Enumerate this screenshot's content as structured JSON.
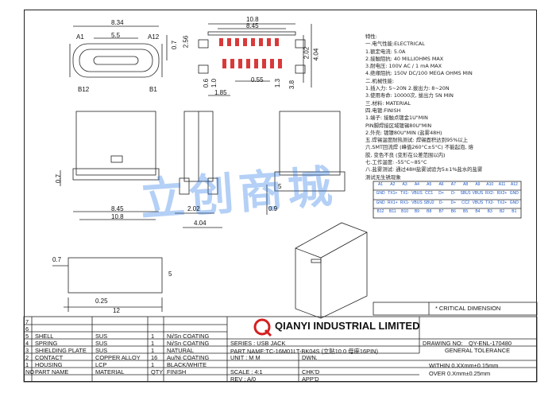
{
  "colors": {
    "line": "#222222",
    "pin_red": "#d83a3a",
    "watermark": "#2878e6",
    "logo_red": "#d42020",
    "pin_text": "#1a56c8"
  },
  "drawing": {
    "top_left_dims": {
      "w1": "8.34",
      "w2": "5.5",
      "h1": "2.56",
      "h2": "0.7",
      "pin_a1": "A1",
      "pin_a12": "A12",
      "pin_b12": "B12",
      "pin_b1": "B1"
    },
    "top_right_dims": {
      "w1": "10.8",
      "w2": "8.45",
      "w3": "2.02",
      "w4": "4.04",
      "p1": "0.55",
      "p2": "0.6",
      "p3": "1.0",
      "p4": "1.85",
      "p5": "1.3",
      "p6": "3.8"
    },
    "mid_dims": {
      "d1": "0.7",
      "d2": "8.45",
      "d3": "10.8",
      "d4": "2.02",
      "d5": "4.04",
      "d6": "0.9",
      "d7": "5"
    },
    "bottom_dims": {
      "d1": "0.7",
      "d2": "0.25",
      "d3": "12",
      "d4": "5"
    },
    "watermark_text": "立创商城"
  },
  "spec": {
    "lines": [
      "特性:",
      "一.电气性能:ELECTRICAL",
      "1.额定电流: 5.0A",
      "2.接触阻抗: 40 MILLIOHMS MAX",
      "3.耐电压: 100V AC / 1 mA MAX",
      "4.绝缘阻抗: 150V DC/100 MEGA OHMS MIN",
      "二.机械性能:",
      "1.插入力: 5~20N  2.拔出力: 8~20N",
      "3.使用寿命: 10000次, 拔出力 5N MIN",
      "三.材料: MATERIAL",
      "四.电镀:FINISH",
      "1.端子: 接触点镀金1U\"MIN",
      "      PIN脚焊接区域镀锡80U\"MIN",
      "2.外壳: 镀镍80U\"MIN (盐雾48H)",
      "五.焊锡温度耐热测试: 焊锡面积达到95%以上",
      "六.SMT回流焊 (峰值260°C±5°C) 不能起泡, 熔",
      "  胶, 变色不良 (变形在公差范围以内)",
      "七.工作温度: -55°C~85°C",
      "八.盐雾测试: 通过48H盐雾试验为5±1%盐水的盐雾",
      "  测试无生锈现象"
    ]
  },
  "pinout": {
    "row_a": [
      "A1",
      "A2",
      "A3",
      "A4",
      "A5",
      "A6",
      "A7",
      "A8",
      "A9",
      "A10",
      "A11",
      "A12"
    ],
    "row_a_sig": [
      "GND",
      "TX1+",
      "TX1-",
      "VBUS",
      "CC1",
      "D+",
      "D-",
      "SBU1",
      "VBUS",
      "RX2-",
      "RX2+",
      "GND"
    ],
    "row_b_sig": [
      "GND",
      "RX1+",
      "RX1-",
      "VBUS",
      "SBU2",
      "D-",
      "D+",
      "CC2",
      "VBUS",
      "TX2-",
      "TX2+",
      "GND"
    ],
    "row_b": [
      "B12",
      "B11",
      "B10",
      "B9",
      "B8",
      "B7",
      "B6",
      "B5",
      "B4",
      "B3",
      "B2",
      "B1"
    ]
  },
  "critical_dimension": "* CRITICAL DIMENSION",
  "title_block": {
    "company": "QIANYI INDUSTRIAL LIMITED",
    "drawing_no_label": "DRAWING NO:",
    "drawing_no": "QY-ENL-170480",
    "series": "SERIES : USB JACK",
    "part_name": "PART NAME:TC-16M01LT-BK04S (立贴10.0 母座16PIN)",
    "general_tolerance": "GENERAL TOLERANCE",
    "within": "WITHIN 0.XXmm±0.15mm",
    "over": "OVER  0.Xmm±0.25mm",
    "unit": "UNIT : M M",
    "scale": "SCALE : 4:1",
    "rev": "REV : A/0",
    "dwn": "DWN.",
    "chkd": "CHK'D",
    "appd": "APP'D",
    "bom_rows": [
      {
        "no": "7",
        "part": "",
        "material": "",
        "qty": "",
        "finish": ""
      },
      {
        "no": "6",
        "part": "",
        "material": "",
        "qty": "",
        "finish": ""
      },
      {
        "no": "5",
        "part": "SHELL",
        "material": "SUS",
        "qty": "1",
        "finish": "Ni/Sn COATING"
      },
      {
        "no": "4",
        "part": "SPRING",
        "material": "SUS",
        "qty": "1",
        "finish": "Ni/Sn COATING"
      },
      {
        "no": "3",
        "part": "SHIELDING PLATE",
        "material": "SUS",
        "qty": "1",
        "finish": "NATURAL"
      },
      {
        "no": "2",
        "part": "CONTACT",
        "material": "COPPER ALLOY",
        "qty": "16",
        "finish": "Au/Ni COATING"
      },
      {
        "no": "1",
        "part": "HOUSING",
        "material": "LCP",
        "qty": "1",
        "finish": "BLACK/WHITE"
      },
      {
        "no": "NO",
        "part": "PART NAME",
        "material": "MATERIAL",
        "qty": "QTY",
        "finish": "FINISH"
      }
    ]
  }
}
